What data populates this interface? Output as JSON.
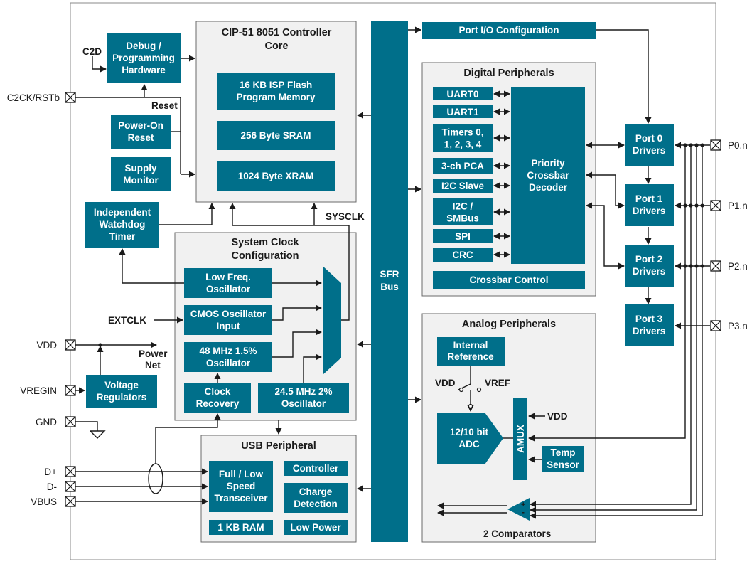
{
  "colors": {
    "block": "#006F8A",
    "panel": "#f1f1f1",
    "line": "#1a1a1a"
  },
  "core": {
    "title": [
      "CIP-51 8051 Controller",
      "Core"
    ],
    "flash": [
      "16 KB ISP Flash",
      "Program Memory"
    ],
    "sram": "256 Byte SRAM",
    "xram": "1024 Byte XRAM"
  },
  "left": {
    "debug": [
      "Debug /",
      "Programming",
      "Hardware"
    ],
    "por": [
      "Power-On",
      "Reset"
    ],
    "supply": [
      "Supply",
      "Monitor"
    ],
    "watchdog": [
      "Independent",
      "Watchdog",
      "Timer"
    ],
    "regulators": [
      "Voltage",
      "Regulators"
    ],
    "c2d": "C2D",
    "reset": "Reset",
    "sysclk": "SYSCLK",
    "extclk": "EXTCLK",
    "power_net": [
      "Power",
      "Net"
    ]
  },
  "pins_left": {
    "c2ck": "C2CK/RSTb",
    "vdd": "VDD",
    "vregin": "VREGIN",
    "gnd": "GND",
    "dplus": "D+",
    "dminus": "D-",
    "vbus": "VBUS"
  },
  "clock": {
    "title": [
      "System Clock",
      "Configuration"
    ],
    "lfo": [
      "Low Freq.",
      "Oscillator"
    ],
    "cmos": [
      "CMOS Oscillator",
      "Input"
    ],
    "osc48": [
      "48 MHz 1.5%",
      "Oscillator"
    ],
    "recovery": [
      "Clock",
      "Recovery"
    ],
    "osc24": [
      "24.5 MHz 2%",
      "Oscillator"
    ]
  },
  "usb": {
    "title": "USB Peripheral",
    "transceiver": [
      "Full / Low",
      "Speed",
      "Transceiver"
    ],
    "controller": "Controller",
    "charge": [
      "Charge",
      "Detection"
    ],
    "ram": "1 KB RAM",
    "lowpower": "Low Power"
  },
  "sfr": [
    "SFR",
    "Bus"
  ],
  "port_io": "Port I/O Configuration",
  "digital": {
    "title": "Digital Peripherals",
    "items": [
      {
        "lines": [
          "UART0"
        ]
      },
      {
        "lines": [
          "UART1"
        ]
      },
      {
        "lines": [
          "Timers 0,",
          "1, 2, 3, 4"
        ]
      },
      {
        "lines": [
          "3-ch PCA"
        ]
      },
      {
        "lines": [
          "I2C Slave"
        ]
      },
      {
        "lines": [
          "I2C /",
          "SMBus"
        ]
      },
      {
        "lines": [
          "SPI"
        ]
      },
      {
        "lines": [
          "CRC"
        ]
      }
    ],
    "crossbar": [
      "Priority",
      "Crossbar",
      "Decoder"
    ],
    "crossbar_control": "Crossbar Control"
  },
  "ports": [
    {
      "lines": [
        "Port 0",
        "Drivers"
      ],
      "pin": "P0.n"
    },
    {
      "lines": [
        "Port 1",
        "Drivers"
      ],
      "pin": "P1.n"
    },
    {
      "lines": [
        "Port 2",
        "Drivers"
      ],
      "pin": "P2.n"
    },
    {
      "lines": [
        "Port 3",
        "Drivers"
      ],
      "pin": "P3.n"
    }
  ],
  "analog": {
    "title": "Analog Peripherals",
    "reference": [
      "Internal",
      "Reference"
    ],
    "vdd_left": "VDD",
    "vref": "VREF",
    "adc": [
      "12/10 bit",
      "ADC"
    ],
    "amux": "AMUX",
    "vdd_mux": "VDD",
    "temp": [
      "Temp",
      "Sensor"
    ],
    "comparators": "2 Comparators",
    "plus": "+",
    "minus": "-"
  }
}
